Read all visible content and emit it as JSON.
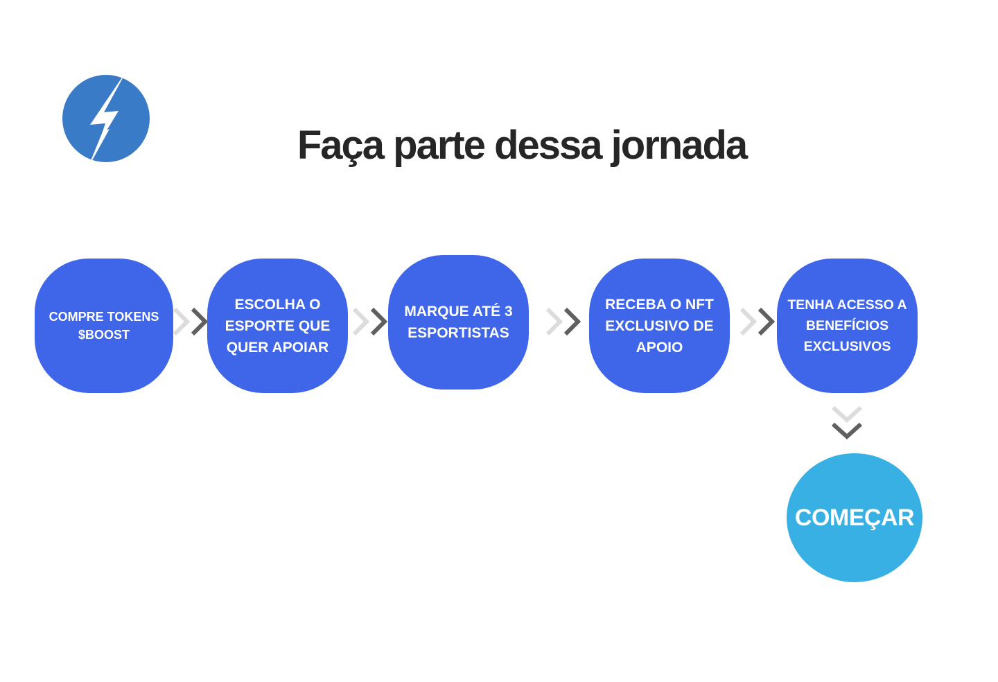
{
  "header": {
    "title": "Faça parte dessa jornada",
    "logo_icon": "lightning-bolt-icon",
    "logo_color": "#3a7bc8"
  },
  "steps": [
    {
      "label": "COMPRE TOKENS\n$BOOST"
    },
    {
      "label": "ESCOLHA O\nESPORTE QUE\nQUER APOIAR"
    },
    {
      "label": "MARQUE ATÉ 3\nESPORTISTAS"
    },
    {
      "label": "RECEBA O NFT\nEXCLUSIVO DE\nAPOIO"
    },
    {
      "label": "TENHA ACESSO A\nBENEFÍCIOS\nEXCLUSIVOS"
    }
  ],
  "cta": {
    "label": "COMEÇAR"
  },
  "colors": {
    "step_fill": "#3f66e8",
    "cta_fill": "#38b0e3",
    "title_text": "#262626",
    "arrow_light": "#dcdcdc",
    "arrow_dark": "#606060"
  },
  "icons": {
    "connector": "double-chevron-right-icon",
    "connector_down": "double-chevron-down-icon"
  }
}
